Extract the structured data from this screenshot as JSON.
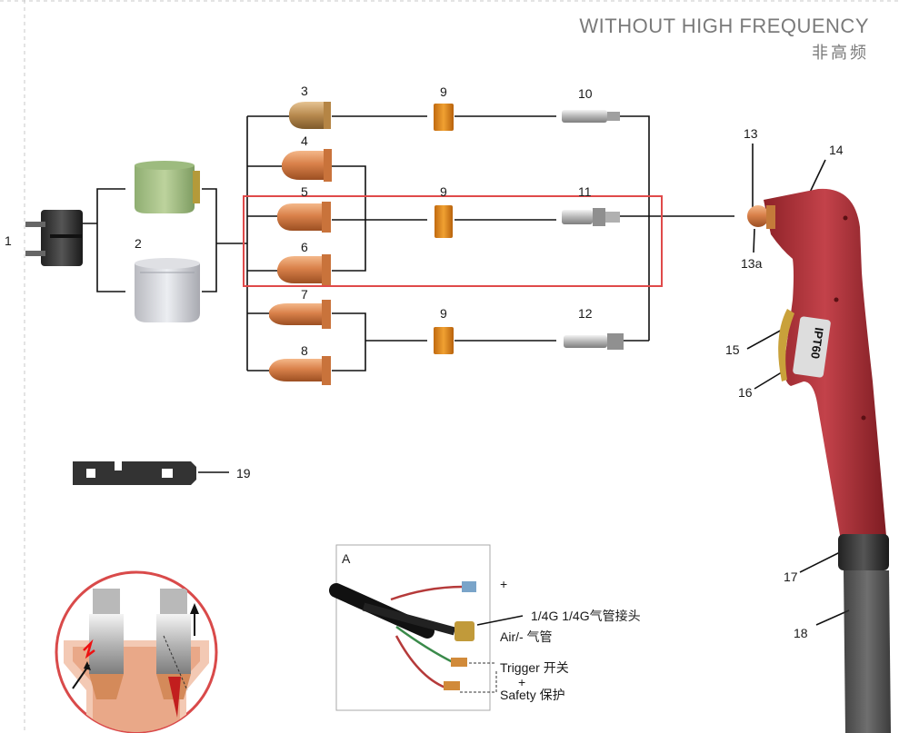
{
  "header": {
    "title": "WITHOUT HIGH FREQUENCY",
    "subtitle_cn": "非高频"
  },
  "parts": {
    "p1": "1",
    "p2": "2",
    "p3": "3",
    "p4": "4",
    "p5": "5",
    "p6": "6",
    "p7": "7",
    "p8": "8",
    "p9a": "9",
    "p9b": "9",
    "p9c": "9",
    "p10": "10",
    "p11": "11",
    "p12": "12",
    "p13": "13",
    "p13a": "13a",
    "p14": "14",
    "p15": "15",
    "p16": "16",
    "p17": "17",
    "p18": "18",
    "p19": "19"
  },
  "torch": {
    "model": "IPT60"
  },
  "inset": {
    "tag": "A",
    "plus": "+",
    "fitting": "1/4G  1/4G气管接头",
    "air": "Air/- 气管",
    "trigger": "Trigger 开关",
    "plus2": "+",
    "safety": "Safety 保护"
  },
  "colors": {
    "copper": "#d9814a",
    "highlight_box": "#e04a4a",
    "torch_red": "#b8343a",
    "retainer_green": "#a9c58a",
    "retainer_grey": "#d8d9de"
  }
}
